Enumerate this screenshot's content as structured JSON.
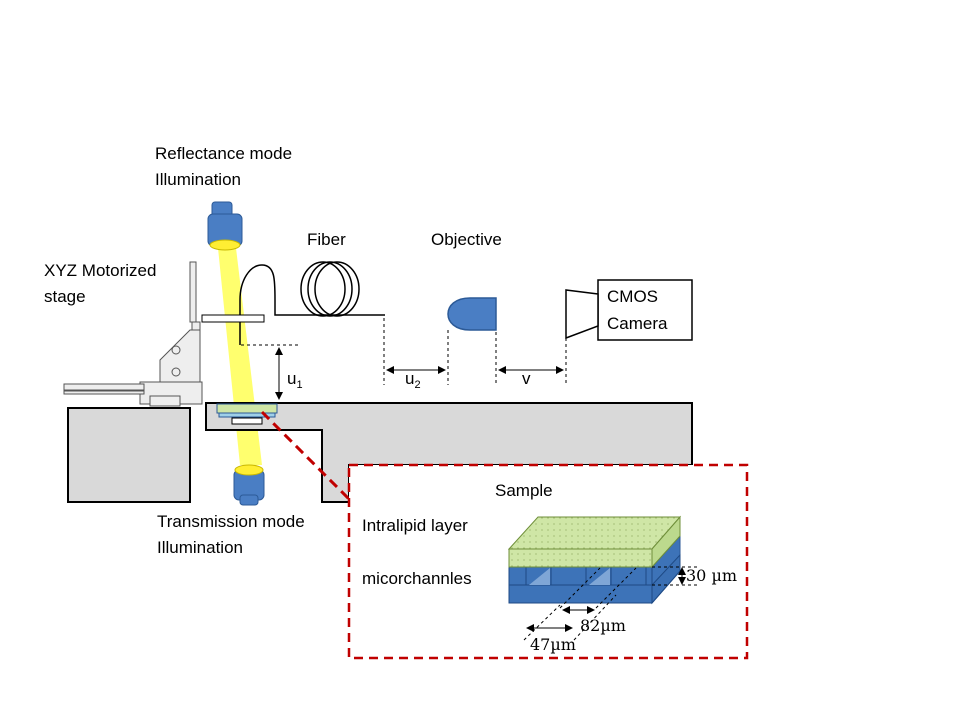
{
  "labels": {
    "reflectance_line1": "Reflectance mode",
    "reflectance_line2": "Illumination",
    "fiber": "Fiber",
    "objective": "Objective",
    "stage_line1": "XYZ Motorized",
    "stage_line2": "stage",
    "camera_line1": "CMOS",
    "camera_line2": "Camera",
    "u1": "u",
    "u1_sub": "1",
    "u2": "u",
    "u2_sub": "2",
    "v": "v",
    "transmission_line1": "Transmission mode",
    "transmission_line2": "Illumination",
    "sample": "Sample",
    "intralipid": "Intralipid layer",
    "microchannels": "micorchannles",
    "dim_30": "30 µm",
    "dim_82": "82µm",
    "dim_47": "47µm"
  },
  "colors": {
    "light_blue": "#4a7ec4",
    "light_blue_dark": "#2c5a97",
    "beam_yellow": "#ffff66",
    "lamp_yellow": "#ffee33",
    "stage_gray": "#d9d9d9",
    "inset_red": "#c00000",
    "intralipid_green": "#cfe6a6",
    "channel_blue": "#3d73b8"
  }
}
